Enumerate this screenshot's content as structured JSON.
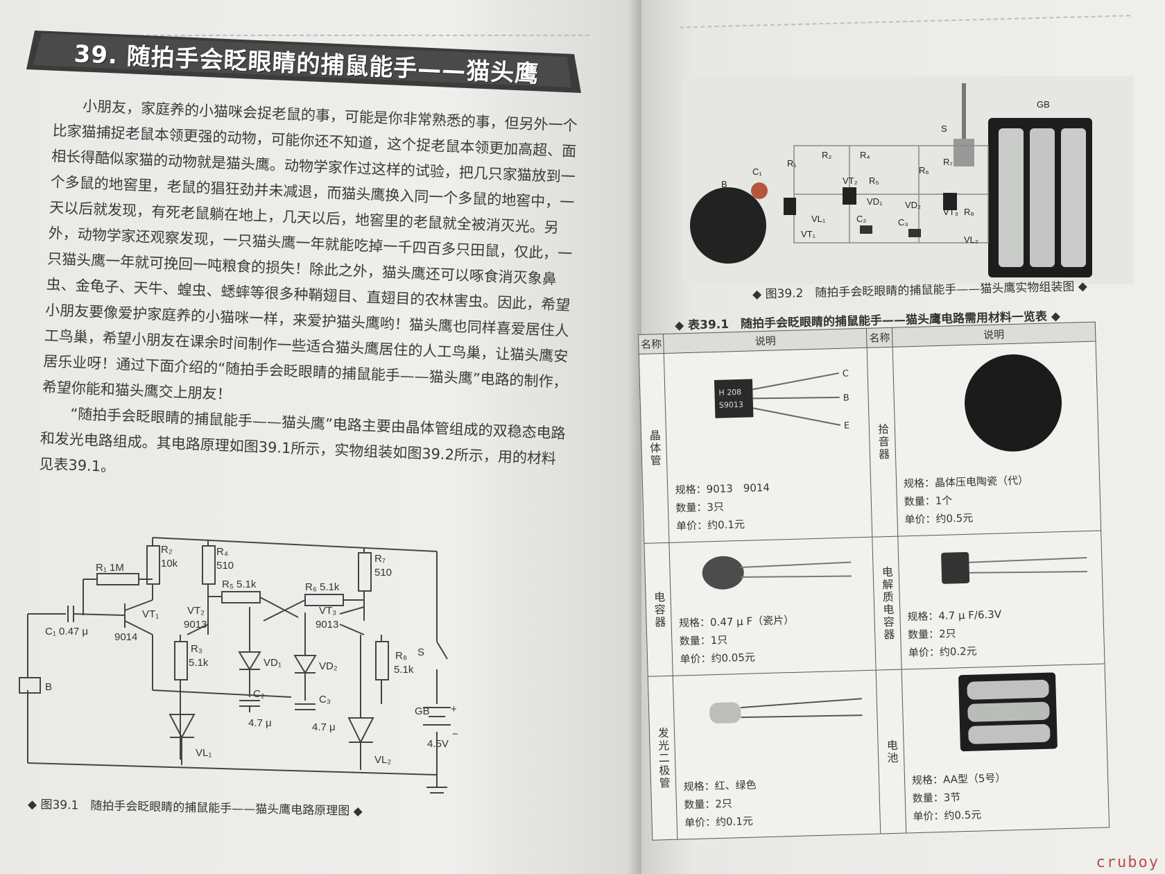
{
  "title": "39. 随拍手会眨眼睛的捕鼠能手——猫头鹰",
  "body_paragraphs": [
    "小朋友，家庭养的小猫咪会捉老鼠的事，可能是你非常熟悉的事，但另外一个比家猫捕捉老鼠本领更强的动物，可能你还不知道，这个捉老鼠本领更加高超、面相长得酷似家猫的动物就是猫头鹰。动物学家作过这样的试验，把几只家猫放到一个多鼠的地窖里，老鼠的猖狂劲并未减退，而猫头鹰换入同一个多鼠的地窖中，一天以后就发现，有死老鼠躺在地上，几天以后，地窖里的老鼠就全被消灭光。另外，动物学家还观察发现，一只猫头鹰一年就能吃掉一千四百多只田鼠，仅此，一只猫头鹰一年就可挽回一吨粮食的损失！除此之外，猫头鹰还可以啄食消灭象鼻虫、金龟子、天牛、蝗虫、蟋蟀等很多种鞘翅目、直翅目的农林害虫。因此，希望小朋友要像爱护家庭养的小猫咪一样，来爱护猫头鹰哟！猫头鹰也同样喜爱居住人工鸟巢，希望小朋友在课余时间制作一些适合猫头鹰居住的人工鸟巢，让猫头鹰安居乐业呀！通过下面介绍的“随拍手会眨眼睛的捕鼠能手——猫头鹰”电路的制作，希望你能和猫头鹰交上朋友！",
    "“随拍手会眨眼睛的捕鼠能手——猫头鹰”电路主要由晶体管组成的双稳态电路和发光电路组成。其电路原理如图39.1所示，实物组装如图39.2所示，用的材料见表39.1。"
  ],
  "schematic_labels": {
    "R1": "R₁ 1M",
    "R2": "R₂",
    "R2v": "10k",
    "R3": "R₃",
    "R3v": "5.1k",
    "R4": "R₄",
    "R4v": "510",
    "R5": "R₅ 5.1k",
    "R6": "R₆ 5.1k",
    "R7": "R₇",
    "R7v": "510",
    "R8": "R₈",
    "R8v": "5.1k",
    "C1": "C₁ 0.47 μ",
    "C2": "C₂",
    "C2v": "4.7 μ",
    "C3": "C₃",
    "C3v": "4.7 μ",
    "VT1": "VT₁",
    "VT1v": "9014",
    "VT2": "VT₂",
    "VT2v": "9013",
    "VT3": "VT₃",
    "VT3v": "9013",
    "VD1": "VD₁",
    "VD2": "VD₂",
    "VL1": "VL₁",
    "VL2": "VL₂",
    "B": "B",
    "S": "S",
    "GB": "GB",
    "GBv": "4.5V",
    "plus": "+",
    "minus": "−"
  },
  "photo_labels": {
    "GB": "GB",
    "S": "S",
    "B": "B",
    "C1": "C₁",
    "R1": "R₁",
    "R2": "R₂",
    "R4": "R₄",
    "R5": "R₅",
    "R6": "R₆",
    "R7": "R₇",
    "R8": "R₈",
    "VT1": "VT₁",
    "VT2": "VT₂",
    "VT3": "VT₃",
    "VL1": "VL₁",
    "VL2": "VL₂",
    "VD1": "VD₁",
    "VD2": "VD₂",
    "C2": "C₂",
    "C3": "C₃"
  },
  "fig1_caption": "◆ 图39.1　随拍手会眨眼睛的捕鼠能手——猫头鹰电路原理图 ◆",
  "fig2_caption": "◆ 图39.2　随拍手会眨眼睛的捕鼠能手——猫头鹰实物组装图 ◆",
  "table_caption": "◆ 表39.1　随拍手会眨眼睛的捕鼠能手——猫头鹰电路需用材料一览表 ◆",
  "table_headers": {
    "name": "名称",
    "desc": "说明"
  },
  "transistor_marks": {
    "c": "C",
    "b": "B",
    "e": "E",
    "top": "H 208",
    "bottom": "S9013"
  },
  "parts": [
    {
      "name": "晶体管",
      "spec": "规格：9013　9014",
      "qty": "数量：3只",
      "price": "单价：约0.1元"
    },
    {
      "name": "拾音器",
      "spec": "规格：晶体压电陶瓷（代）",
      "qty": "数量：1个",
      "price": "单价：约0.5元"
    },
    {
      "name": "电容器",
      "spec": "规格：0.47 μ F（瓷片）",
      "qty": "数量：1只",
      "price": "单价：约0.05元"
    },
    {
      "name": "电解质电容器",
      "spec": "规格：4.7 μ F/6.3V",
      "qty": "数量：2只",
      "price": "单价：约0.2元"
    },
    {
      "name": "发光二极管",
      "spec": "规格：红、绿色",
      "qty": "数量：2只",
      "price": "单价：约0.1元"
    },
    {
      "name": "电池",
      "spec": "规格：AA型（5号）",
      "qty": "数量：3节",
      "price": "单价：约0.5元"
    }
  ],
  "watermark": "cruboy"
}
